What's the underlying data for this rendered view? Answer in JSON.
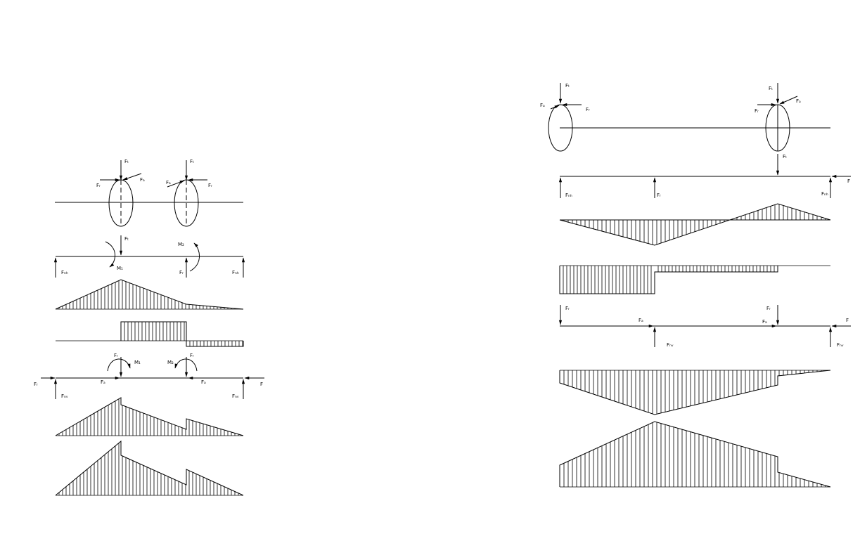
{
  "colors": {
    "ink": "#000000",
    "background": "#ffffff"
  },
  "left": {
    "gears": {
      "left_top_force": "Fₜ",
      "left_right_force": "Fₐ",
      "left_left_force": "Fᵣ",
      "right_top_force": "Fₜ",
      "right_left_force": "Fₐ",
      "right_right_force": "Fᵣ"
    },
    "vertical_plane": {
      "load_mid": "Fₜ",
      "moment_1": "M₁",
      "moment_2": "M₂",
      "reaction_left": "Fₙₕ",
      "reaction_mid": "Fᵣ",
      "reaction_right": "Fₙₕ"
    },
    "horizontal_plane": {
      "load_1": "Fᵣ",
      "load_2": "Fᵣ",
      "moment_1": "M₁",
      "moment_2": "M₂",
      "left_end_force": "Fᵣ",
      "right_end_force": "F",
      "axial_1": "Fₐ",
      "axial_2": "Fₐ",
      "reaction_left": "Fₙᵥ",
      "reaction_right": "Fₙᵥ"
    }
  },
  "right": {
    "gears": {
      "left_top_force": "Fₜ",
      "left_left_force": "Fₐ",
      "left_right_force": "Fᵣ",
      "right_top_force": "Fₜ",
      "right_left_force": "Fᵣ",
      "right_right_force": "Fₐ"
    },
    "plane_1": {
      "load_right": "Fₜ",
      "end_force": "F",
      "reaction_left": "Fₙₕ",
      "reaction_mid": "Fᵣ",
      "reaction_right": "Fₙₕ"
    },
    "plane_2": {
      "load_left": "Fᵣ",
      "load_right": "Fᵣ",
      "axial_1": "Fₐ",
      "axial_2": "Fₐ",
      "end_force": "F",
      "reaction_mid": "Fₙᵥ",
      "reaction_right": "Fₙᵥ"
    }
  }
}
